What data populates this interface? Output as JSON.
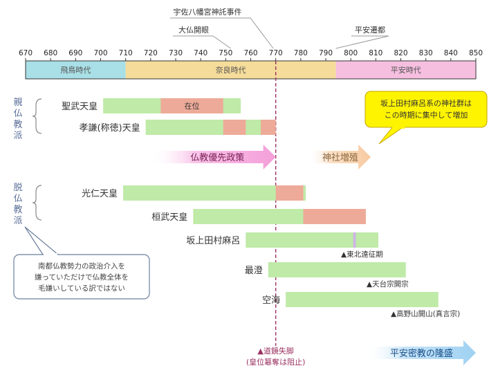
{
  "timeline": {
    "min_year": 670,
    "max_year": 850,
    "ticks": [
      670,
      680,
      690,
      700,
      710,
      720,
      730,
      740,
      750,
      760,
      770,
      780,
      790,
      800,
      810,
      820,
      830,
      840,
      850
    ],
    "periods": [
      {
        "label": "飛鳥時代",
        "start": 670,
        "end": 710,
        "color": "#a9dfe6"
      },
      {
        "label": "奈良時代",
        "start": 710,
        "end": 794,
        "color": "#f5dc9a"
      },
      {
        "label": "平安時代",
        "start": 794,
        "end": 850,
        "color": "#f6bfe0"
      }
    ],
    "events": [
      {
        "label": "宇佐八幡宮神託事件",
        "year": 769
      },
      {
        "label": "大仏開眼",
        "year": 752
      },
      {
        "label": "平安遷都",
        "year": 794
      }
    ],
    "marker_year": 770
  },
  "groups": {
    "pro": "親仏教派",
    "anti": "脱仏教派"
  },
  "rows": [
    {
      "name": "聖武天皇",
      "spans": [
        {
          "start": 701,
          "end": 756,
          "kind": "life"
        },
        {
          "start": 724,
          "end": 749,
          "kind": "reign",
          "label": "在位"
        }
      ]
    },
    {
      "name": "孝謙(称徳)天皇",
      "spans": [
        {
          "start": 718,
          "end": 770,
          "kind": "life"
        },
        {
          "start": 749,
          "end": 758,
          "kind": "reign"
        },
        {
          "start": 764,
          "end": 770,
          "kind": "reign"
        }
      ]
    },
    {
      "name": "光仁天皇",
      "spans": [
        {
          "start": 709,
          "end": 782,
          "kind": "life"
        },
        {
          "start": 770,
          "end": 781,
          "kind": "reign"
        }
      ]
    },
    {
      "name": "桓武天皇",
      "spans": [
        {
          "start": 737,
          "end": 806,
          "kind": "life"
        },
        {
          "start": 781,
          "end": 806,
          "kind": "reign"
        }
      ]
    },
    {
      "name": "坂上田村麻呂",
      "spans": [
        {
          "start": 758,
          "end": 811,
          "kind": "life"
        },
        {
          "start": 801,
          "end": 802,
          "kind": "campaign"
        }
      ],
      "note": "▲東北遠征期"
    },
    {
      "name": "最澄",
      "spans": [
        {
          "start": 767,
          "end": 822,
          "kind": "life"
        }
      ],
      "note": "▲天台宗開宗"
    },
    {
      "name": "空海",
      "spans": [
        {
          "start": 774,
          "end": 835,
          "kind": "life"
        }
      ],
      "note": "▲高野山開山(真言宗)"
    }
  ],
  "arrows": [
    {
      "label": "仏教優先政策",
      "start": 720,
      "end": 770,
      "color": "#f49ed9"
    },
    {
      "label": "神社増殖",
      "start": 783,
      "end": 808,
      "color": "#f8caa0"
    },
    {
      "label": "平安密教の隆盛",
      "start": 806,
      "end": 850,
      "color": "#9fd1f2"
    }
  ],
  "marker_note": "▲道鏡失脚",
  "marker_note2": "(皇位簒奪は阻止)",
  "callout_top": "坂上田村麻呂系の神社群はこの時期に集中して増加",
  "callout_bottom": "南都仏教勢力の政治介入を嫌っていただけで仏教全体を毛嫌いしている訳ではない",
  "colors": {
    "life": "#bfeaa8",
    "reign": "#eeaa99",
    "campaign": "#cfb1e8",
    "marker": "#9a3160",
    "callout_yellow": "#fff400"
  }
}
